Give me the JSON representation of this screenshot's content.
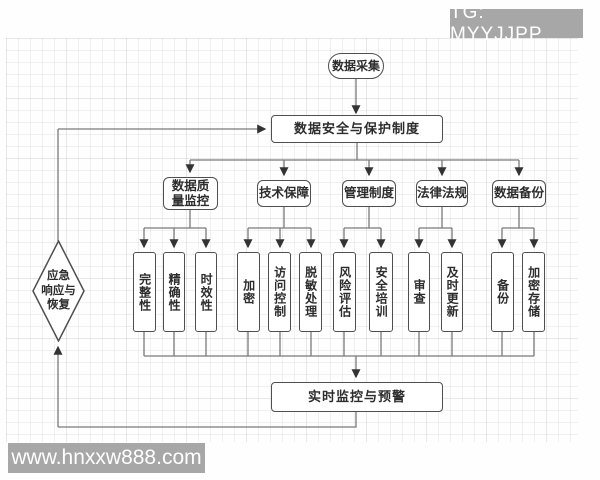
{
  "watermarks": {
    "top": "TG: MYYJJPP",
    "bottom": "www.hnxxw888.com"
  },
  "nodes": {
    "start": "数据采集",
    "policy": "数据安全与保护制度",
    "monitor": "实时监控与预警",
    "emergency": "应急\n响应与\n恢复"
  },
  "groups": [
    {
      "label": "数据质\n量监控",
      "children": [
        "完整性",
        "精确性",
        "时效性"
      ]
    },
    {
      "label": "技术保障",
      "children": [
        "加密",
        "访问控制",
        "脱敏处理"
      ]
    },
    {
      "label": "管理制度",
      "children": [
        "风险评估",
        "安全培训"
      ]
    },
    {
      "label": "法律法规",
      "children": [
        "审查",
        "及时更新"
      ]
    },
    {
      "label": "数据备份",
      "children": [
        "备份",
        "加密存储"
      ]
    }
  ],
  "colors": {
    "box_border": "#4f4f4f",
    "connector": "#7a7a7a",
    "arrow": "#333333",
    "text": "#2d2d2d",
    "watermark_bg": "#a7a7a7",
    "watermark_text": "#ffffff"
  }
}
